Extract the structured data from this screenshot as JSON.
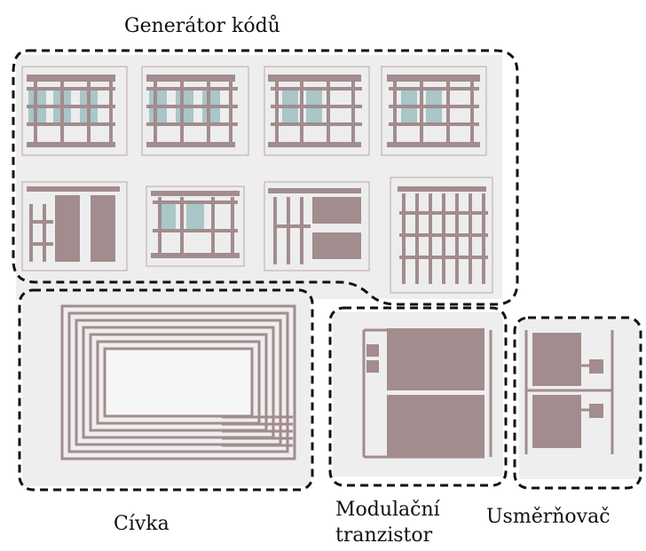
{
  "labels": {
    "generator": "Generátor kódů",
    "coil": "Cívka",
    "modulator_line1": "Modulační",
    "modulator_line2": "tranzistor",
    "rectifier": "Usměrňovač"
  },
  "colors": {
    "background": "#ffffff",
    "chip_bg": "#eeeeee",
    "metal": "#a28c8e",
    "metal_dark": "#8e7a7c",
    "highlight": "#a9c6c8",
    "dashed_border": "#111111"
  }
}
